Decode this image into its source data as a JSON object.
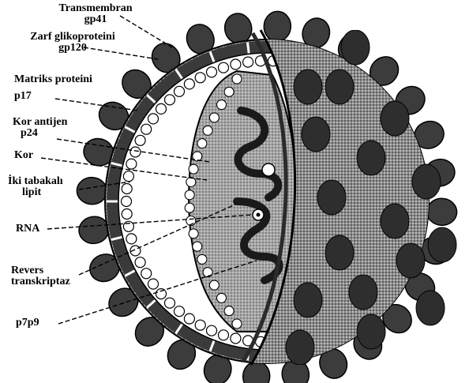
{
  "labels": {
    "transmembrane": {
      "line1": "Transmembran",
      "line2": "gp41"
    },
    "envelope": {
      "line1": "Zarf glikoproteini",
      "line2": "gp120"
    },
    "matrix": {
      "line1": "Matriks proteini",
      "line2": "p17"
    },
    "core_antigen": {
      "line1": "Kor antijen",
      "line2": "p24"
    },
    "core": "Kor",
    "bilayer": {
      "line1": "İki tabakalı",
      "line2": "lipit"
    },
    "rna": "RNA",
    "reverse_transcriptase": {
      "line1": "Revers",
      "line2": "transkriptaz"
    },
    "p7p9": "p7p9"
  },
  "colors": {
    "ink": "#000000",
    "background": "#ffffff",
    "shell_stipple": "#7a7a7a",
    "core_stipple": "#9a9a9a",
    "knob": "#3c3c3c",
    "membrane": "#2b2b2b"
  }
}
